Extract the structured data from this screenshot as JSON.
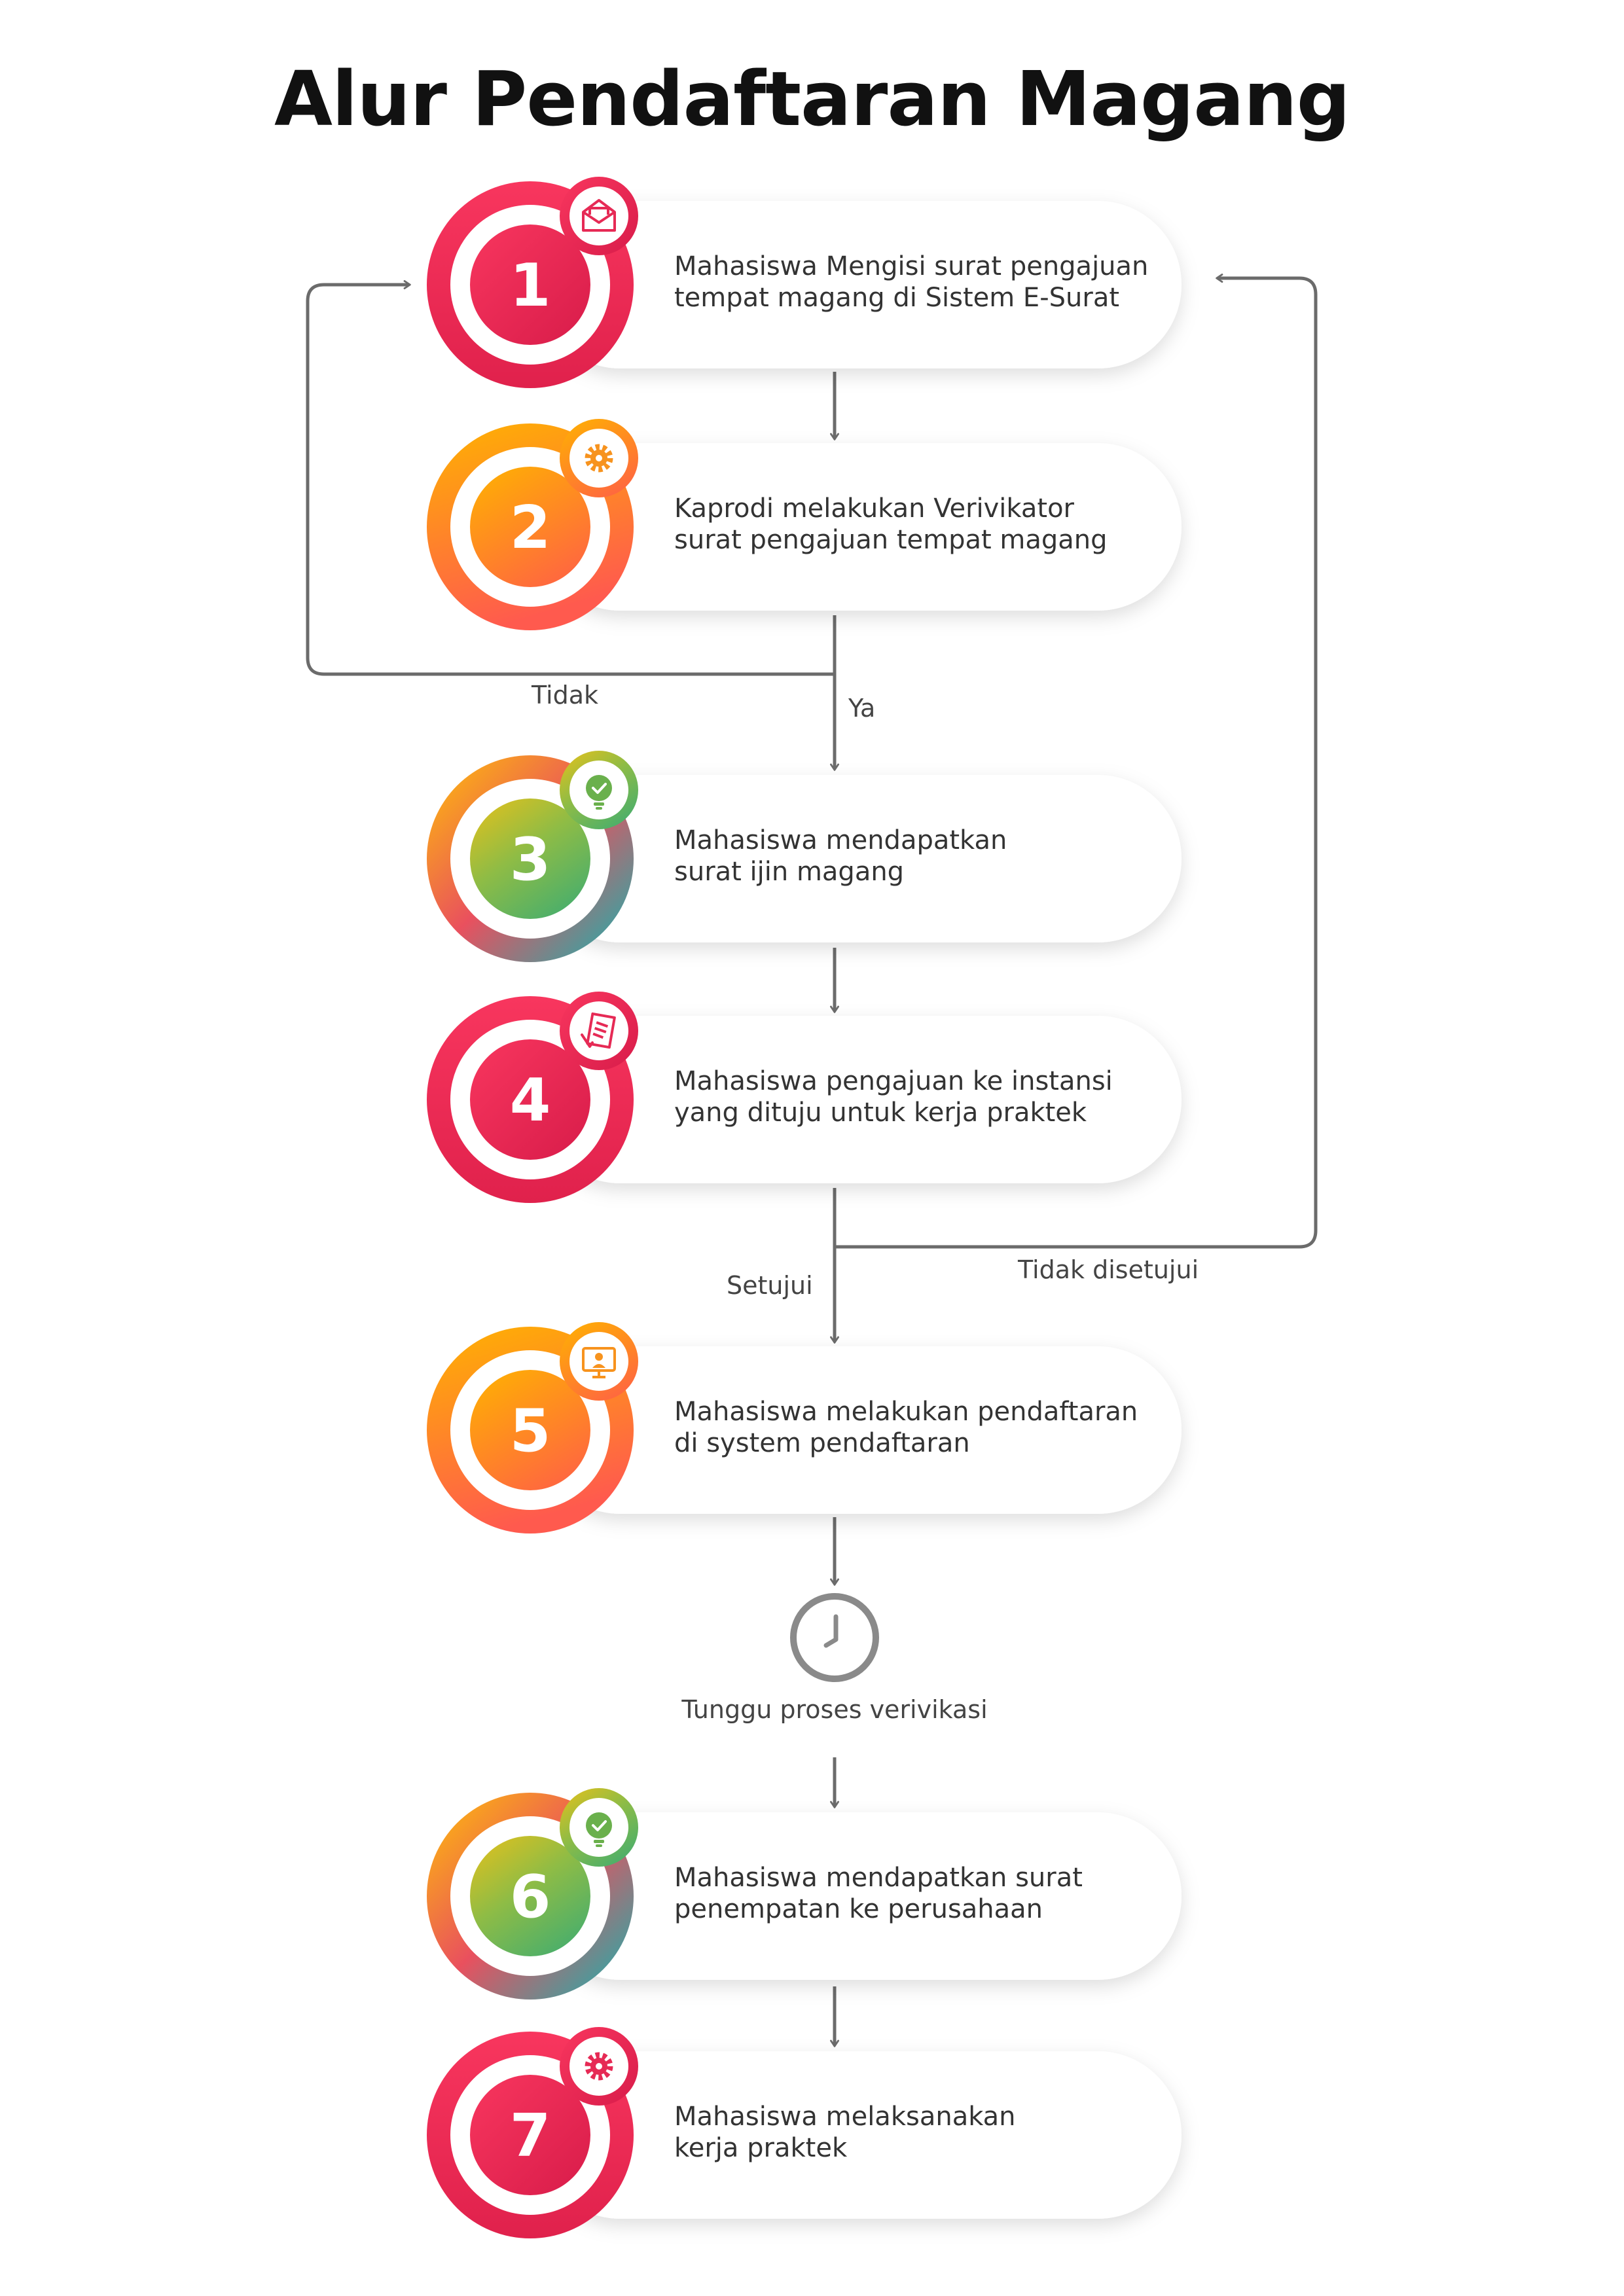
{
  "title": "Alur Pendaftaran Magang",
  "colors": {
    "red": [
      "#f8365e",
      "#d81c4a"
    ],
    "orange": [
      "#ffb300",
      "#ff6a3d"
    ],
    "green": [
      "#ffc107",
      "#2eb5ac"
    ],
    "arrow": "#6b6b6b",
    "card": "#ffffff",
    "text": "#333333"
  },
  "steps": [
    {
      "number": "1",
      "icon": "envelope-icon",
      "theme": "red",
      "lines": [
        "Mahasiswa Mengisi surat pengajuan",
        "tempat magang di Sistem E-Surat"
      ]
    },
    {
      "number": "2",
      "icon": "gear-icon",
      "theme": "orange",
      "lines": [
        "Kaprodi melakukan Verivikator",
        "surat pengajuan tempat magang"
      ]
    },
    {
      "number": "3",
      "icon": "bulb-check-icon",
      "theme": "green",
      "lines": [
        "Mahasiswa mendapatkan",
        "surat ijin magang"
      ]
    },
    {
      "number": "4",
      "icon": "document-pen-icon",
      "theme": "red",
      "lines": [
        "Mahasiswa pengajuan ke instansi",
        "yang dituju untuk kerja praktek"
      ]
    },
    {
      "number": "5",
      "icon": "monitor-user-icon",
      "theme": "orange",
      "lines": [
        "Mahasiswa melakukan pendaftaran",
        "di system pendaftaran"
      ]
    },
    {
      "number": "6",
      "icon": "bulb-check-icon",
      "theme": "green",
      "lines": [
        "Mahasiswa mendapatkan surat",
        "penempatan ke perusahaan"
      ]
    },
    {
      "number": "7",
      "icon": "gear-icon",
      "theme": "red",
      "lines": [
        "Mahasiswa melaksanakan",
        "kerja praktek"
      ]
    }
  ],
  "labels": {
    "tidak": "Tidak",
    "ya": "Ya",
    "setujui": "Setujui",
    "tidak_disetujui": "Tidak disetujui",
    "tunggu": "Tunggu proses verivikasi"
  }
}
